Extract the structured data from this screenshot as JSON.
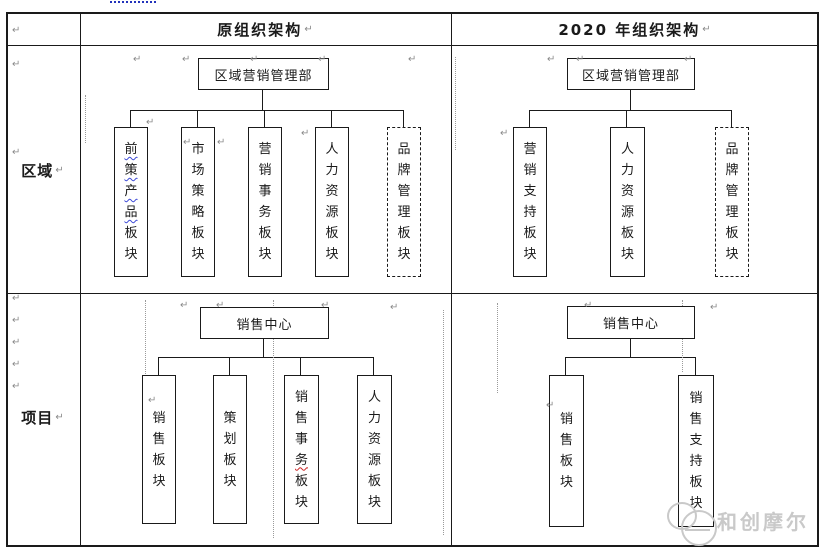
{
  "document": {
    "header": {
      "col_original": "原组织架构",
      "col_2020": "2020 年组织架构"
    },
    "row_labels": {
      "region": "区域",
      "project": "项目"
    }
  },
  "marks": {
    "pilcrow": "↵"
  },
  "charts": {
    "region_old": {
      "root": "区域营销管理部",
      "children": [
        {
          "segments": [
            {
              "text": "前策产品",
              "squiggle": "blue"
            },
            {
              "text": "板块"
            }
          ],
          "dashed": false
        },
        {
          "segments": [
            {
              "text": "市场策略板块"
            }
          ],
          "dashed": false
        },
        {
          "segments": [
            {
              "text": "营销事务板块"
            }
          ],
          "dashed": false
        },
        {
          "segments": [
            {
              "text": "人力资源板块"
            }
          ],
          "dashed": false
        },
        {
          "segments": [
            {
              "text": "品牌管理板块"
            }
          ],
          "dashed": true
        }
      ]
    },
    "region_2020": {
      "root": "区域营销管理部",
      "children": [
        {
          "segments": [
            {
              "text": "营销支持板块"
            }
          ],
          "dashed": false
        },
        {
          "segments": [
            {
              "text": "人力资源板块"
            }
          ],
          "dashed": false
        },
        {
          "segments": [
            {
              "text": "品牌管理板块"
            }
          ],
          "dashed": true
        }
      ]
    },
    "project_old": {
      "root": "销售中心",
      "children": [
        {
          "segments": [
            {
              "text": "销售板块"
            }
          ],
          "dashed": false
        },
        {
          "segments": [
            {
              "text": "策划板块"
            }
          ],
          "dashed": false
        },
        {
          "segments": [
            {
              "text": "销售事"
            },
            {
              "text": "务",
              "squiggle": "red"
            },
            {
              "text": "板块"
            }
          ],
          "dashed": false
        },
        {
          "segments": [
            {
              "text": "人力资源板块"
            }
          ],
          "dashed": false
        }
      ]
    },
    "project_2020": {
      "root": "销售中心",
      "children": [
        {
          "segments": [
            {
              "text": "销售板块"
            }
          ],
          "dashed": false
        },
        {
          "segments": [
            {
              "text": "销售支持板块"
            }
          ],
          "dashed": false
        }
      ]
    }
  },
  "watermark": {
    "text": "和创摩尔"
  },
  "colors": {
    "border": "#1a1a1a",
    "squiggle_blue": "#3b48d6",
    "squiggle_red": "#cc2222",
    "watermark": "#c9c9c9",
    "bookmark_dotted": "#2233bb",
    "format_marks": "#8a8a8a"
  }
}
